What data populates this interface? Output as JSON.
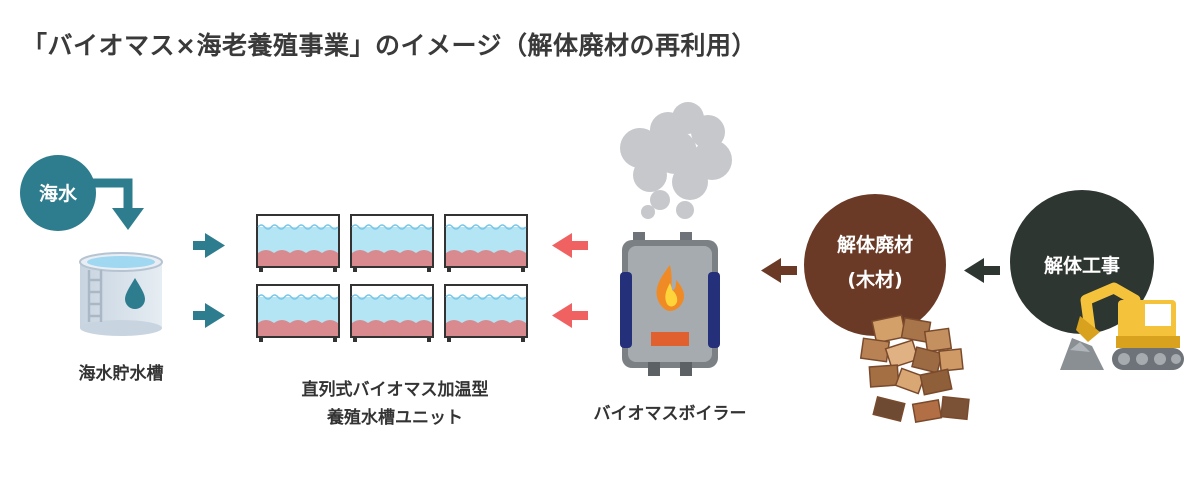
{
  "title": "「バイオマス×海老養殖事業」のイメージ（解体廃材の再利用）",
  "nodes": {
    "seawater": "海水",
    "seawater_tank": "海水貯水槽",
    "tanks_line1": "直列式バイオマス加温型",
    "tanks_line2": "養殖水槽ユニット",
    "boiler": "バイオマスボイラー",
    "waste_line1": "解体廃材",
    "waste_line2": "(木材)",
    "demolition": "解体工事"
  },
  "colors": {
    "teal": "#2e7d8f",
    "water": "#b3e5f5",
    "shrimp_layer": "#d98a8f",
    "red_arrow": "#f06262",
    "brown": "#6b3a26",
    "dark": "#2d3630",
    "yellow": "#f5c33b"
  },
  "icons": [
    "water-drop-icon",
    "fire-icon",
    "excavator-icon",
    "smoke-icon",
    "wood-pile-icon"
  ]
}
